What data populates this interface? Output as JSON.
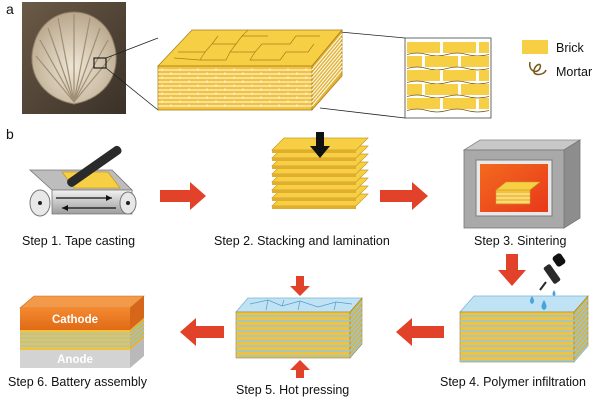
{
  "panels": {
    "a": "a",
    "b": "b"
  },
  "legend": {
    "brick": "Brick",
    "mortar": "Mortar"
  },
  "steps": {
    "s1": "Step 1. Tape casting",
    "s2": "Step 2. Stacking and lamination",
    "s3": "Step 3. Sintering",
    "s4": "Step 4. Polymer infiltration",
    "s5": "Step 5. Hot pressing",
    "s6": "Step 6. Battery assembly"
  },
  "battery": {
    "cathode": "Cathode",
    "anode": "Anode"
  },
  "colors": {
    "brick": "#f7cf45",
    "brick_dark": "#d9a72a",
    "arrow": "#e2412a",
    "cathode": "#ef7b21",
    "anode": "#d3d3d3",
    "polymer": "#bfe3f5",
    "furnace": "#9a9a9a",
    "fire": "#f05a1c"
  },
  "icons": [
    "shell-photo",
    "roller-icon",
    "press-arrow-icon",
    "furnace-icon",
    "dropper-icon"
  ]
}
